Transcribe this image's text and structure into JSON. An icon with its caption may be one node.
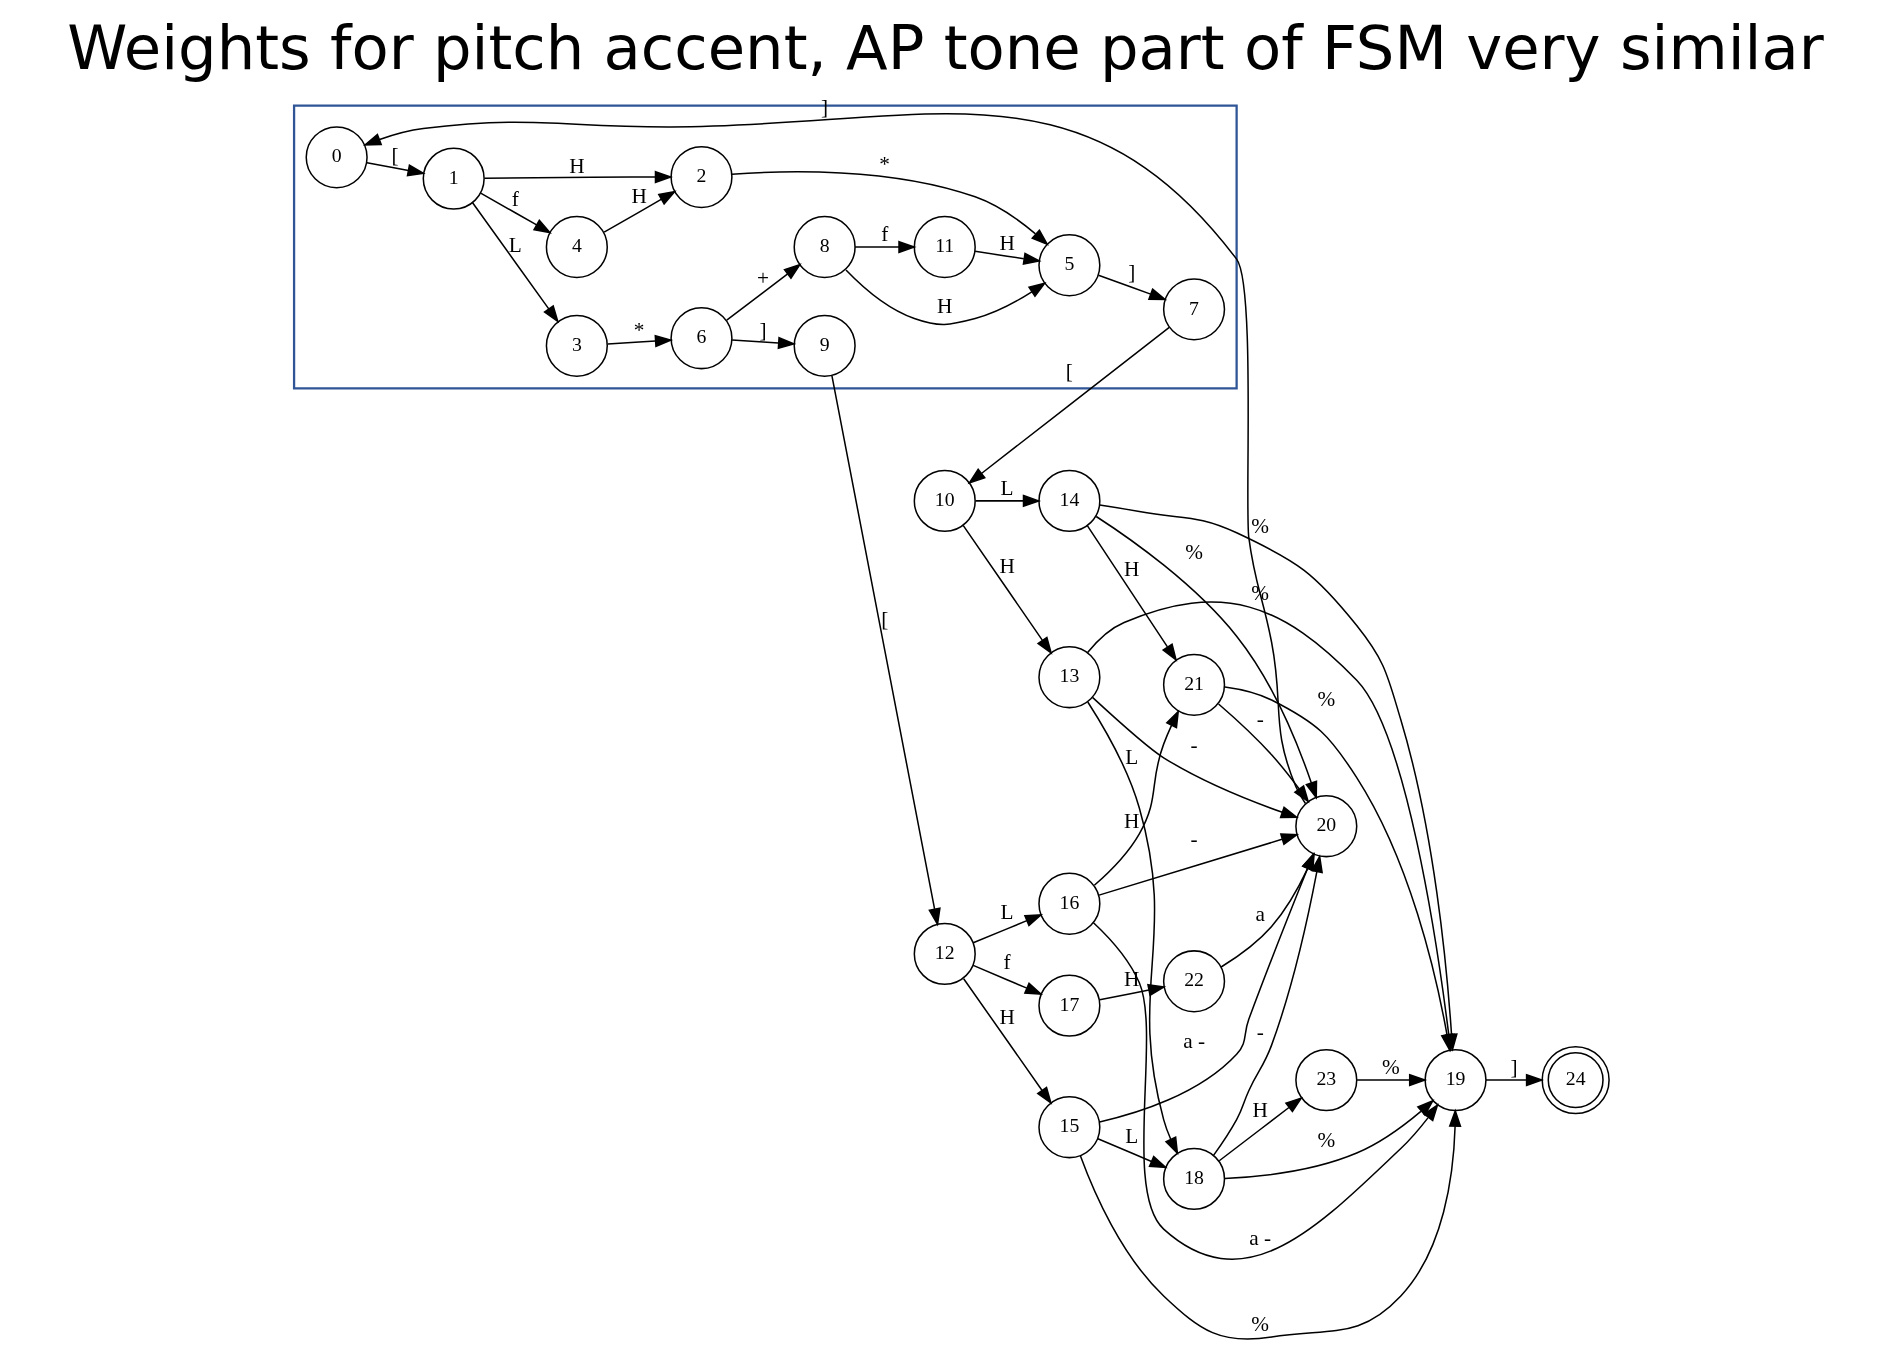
{
  "diagram": {
    "title": "Weights for pitch accent, AP tone part of FSM very similar",
    "nodes": [
      {
        "text": [],
        "shape": "box"
      },
      {
        "text": [
          "0"
        ],
        "in": 0
      },
      {
        "text": [
          "1"
        ],
        "in": 0
      },
      {
        "text": [
          "2"
        ],
        "in": 0
      },
      {
        "text": [
          "3"
        ],
        "in": 0
      },
      {
        "text": [
          "4"
        ],
        "in": 0
      },
      {
        "text": [
          "5"
        ],
        "in": 0
      },
      {
        "text": [
          "6"
        ],
        "in": 0
      },
      {
        "text": [
          "7"
        ],
        "in": 0
      },
      {
        "text": [
          "8"
        ],
        "in": 0
      },
      {
        "text": [
          "9"
        ],
        "in": 0
      },
      {
        "text": [
          "10"
        ]
      },
      {
        "text": [
          "11"
        ],
        "in": 0
      },
      {
        "text": [
          "12"
        ]
      },
      {
        "text": [
          "13"
        ]
      },
      {
        "text": [
          "14"
        ]
      },
      {
        "text": [
          "15"
        ]
      },
      {
        "text": [
          "16"
        ]
      },
      {
        "text": [
          "17"
        ]
      },
      {
        "text": [
          "18"
        ]
      },
      {
        "text": [
          "19"
        ]
      },
      {
        "text": [
          "20"
        ]
      },
      {
        "text": [
          "21"
        ]
      },
      {
        "text": [
          "22"
        ]
      },
      {
        "text": [
          "23"
        ]
      },
      {
        "text": [
          "24"
        ]
      }
    ],
    "edges": [
      {
        "from": 1,
        "to": 2,
        "arrow": "to",
        "label": "["
      },
      {
        "from": 2,
        "to": 3,
        "arrow": "to",
        "label": "H"
      },
      {
        "from": 2,
        "to": 5,
        "arrow": "to",
        "label": "f"
      },
      {
        "from": 2,
        "to": 4,
        "arrow": "to",
        "label": "L"
      },
      {
        "from": 5,
        "to": 3,
        "arrow": "to",
        "label": "H"
      },
      {
        "from": 4,
        "to": 7,
        "arrow": "to",
        "label": "*"
      },
      {
        "from": 3,
        "to": 6,
        "arrow": "to",
        "label": "*"
      },
      {
        "from": 7,
        "to": 10,
        "arrow": "to",
        "label": "]"
      },
      {
        "from": 7,
        "to": 9,
        "arrow": "to",
        "label": "+"
      },
      {
        "from": 10,
        "to": 13,
        "arrow": "to",
        "label": "["
      },
      {
        "from": 9,
        "to": 12,
        "arrow": "to",
        "label": "f"
      },
      {
        "from": 9,
        "to": 6,
        "arrow": "to",
        "label": "H"
      },
      {
        "from": 12,
        "to": 6,
        "arrow": "to",
        "label": "H"
      },
      {
        "from": 6,
        "to": 8,
        "arrow": "to",
        "label": "]"
      },
      {
        "from": 8,
        "to": 11,
        "arrow": "to",
        "label": "["
      },
      {
        "from": 11,
        "to": 15,
        "arrow": "to",
        "label": "L"
      },
      {
        "from": 11,
        "to": 14,
        "arrow": "to",
        "label": "H"
      },
      {
        "from": 13,
        "to": 16,
        "arrow": "to",
        "label": "H"
      },
      {
        "from": 13,
        "to": 18,
        "arrow": "to",
        "label": "f"
      },
      {
        "from": 13,
        "to": 17,
        "arrow": "to",
        "label": "L"
      },
      {
        "from": 16,
        "to": 19,
        "arrow": "to",
        "label": "L"
      },
      {
        "from": 14,
        "to": 19,
        "arrow": "to",
        "label": "L"
      },
      {
        "from": 16,
        "to": 20,
        "arrow": "to",
        "label": "%"
      },
      {
        "from": 16,
        "to": 21,
        "arrow": "to",
        "label": "a -"
      },
      {
        "from": 19,
        "to": 20,
        "arrow": "to",
        "label": "%"
      },
      {
        "from": 19,
        "to": 24,
        "arrow": "to",
        "label": "H"
      },
      {
        "from": 19,
        "to": 21,
        "arrow": "to",
        "label": "-"
      },
      {
        "from": 24,
        "to": 20,
        "arrow": "to",
        "label": "%"
      },
      {
        "from": 14,
        "to": 20,
        "arrow": "to",
        "label": "%"
      },
      {
        "from": 14,
        "to": 21,
        "arrow": "to",
        "label": "-"
      },
      {
        "from": 18,
        "to": 23,
        "arrow": "to",
        "label": "H"
      },
      {
        "from": 23,
        "to": 21,
        "arrow": "to",
        "label": "a"
      },
      {
        "from": 17,
        "to": 21,
        "arrow": "to",
        "label": "-"
      },
      {
        "from": 17,
        "to": 20,
        "arrow": "to",
        "label": "a -"
      },
      {
        "from": 17,
        "to": 22,
        "arrow": "to",
        "label": "H"
      },
      {
        "from": 15,
        "to": 21,
        "arrow": "to",
        "label": "%"
      },
      {
        "from": 15,
        "to": 22,
        "arrow": "to",
        "label": "H"
      },
      {
        "from": 15,
        "to": 20,
        "arrow": "to",
        "label": "%"
      },
      {
        "from": 22,
        "to": 21,
        "arrow": "to",
        "label": "-"
      },
      {
        "from": 22,
        "to": 20,
        "arrow": "to",
        "label": "%"
      },
      {
        "from": 21,
        "to": 1,
        "arrow": "to",
        "label": "]"
      },
      {
        "from": 20,
        "to": 25,
        "arrow": "to",
        "label": "]"
      }
    ]
  }
}
